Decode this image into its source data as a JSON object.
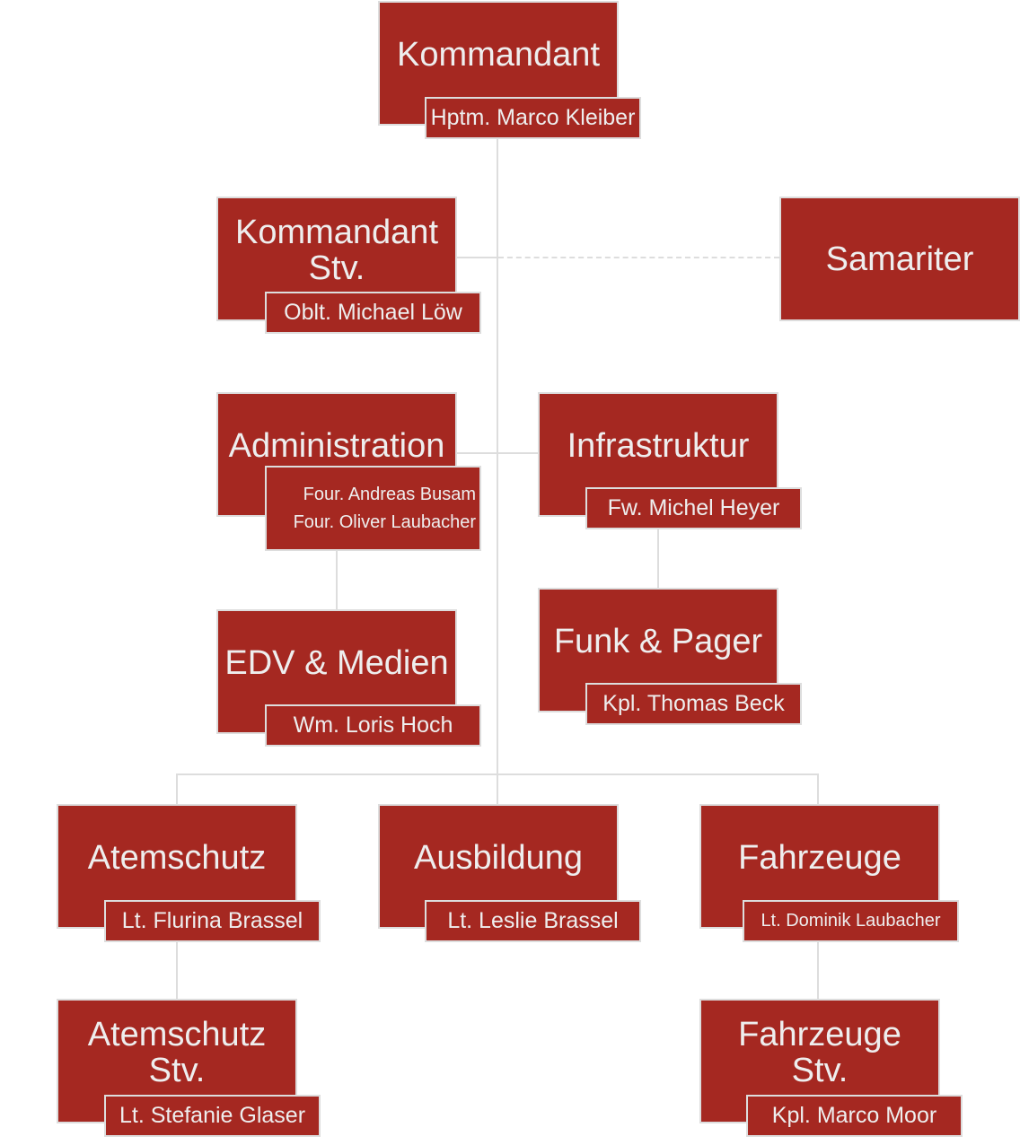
{
  "nodes": {
    "kommandant": {
      "title": "Kommandant",
      "person": "Hptm. Marco Kleiber"
    },
    "kommandant_stv": {
      "title1": "Kommandant",
      "title2": "Stv.",
      "person": "Oblt. Michael Löw"
    },
    "samariter": {
      "title": "Samariter"
    },
    "administration": {
      "title": "Administration",
      "persons": [
        "Four. Andreas Busam",
        "Four. Oliver Laubacher"
      ]
    },
    "infrastruktur": {
      "title": "Infrastruktur",
      "person": "Fw. Michel Heyer"
    },
    "edv": {
      "title": "EDV & Medien",
      "person": "Wm. Loris Hoch"
    },
    "funk": {
      "title": "Funk & Pager",
      "person": "Kpl. Thomas Beck"
    },
    "atemschutz": {
      "title": "Atemschutz",
      "person": "Lt. Flurina Brassel"
    },
    "ausbildung": {
      "title": "Ausbildung",
      "person": "Lt. Leslie Brassel"
    },
    "fahrzeuge": {
      "title": "Fahrzeuge",
      "person": "Lt. Dominik Laubacher"
    },
    "atemschutz_stv": {
      "title1": "Atemschutz",
      "title2": "Stv.",
      "person": "Lt. Stefanie Glaser"
    },
    "fahrzeuge_stv": {
      "title1": "Fahrzeuge",
      "title2": "Stv.",
      "person": "Kpl. Marco Moor"
    }
  },
  "colors": {
    "box": "#a52821",
    "border": "#dddddd",
    "text": "#eeeeee"
  }
}
